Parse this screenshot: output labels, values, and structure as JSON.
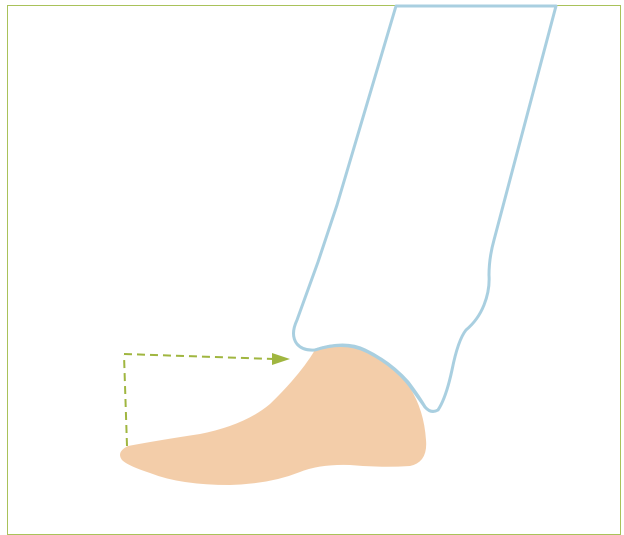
{
  "figure": {
    "subject": "foot-and-trouser-leg",
    "colors": {
      "frame": "#a9c25a",
      "trouser_outline": "#a9cfe0",
      "trouser_fill": "#ffffff",
      "skin": "#f3cda9",
      "ankle_outline": "#a9cfe0",
      "arrow": "#a0b640"
    },
    "arrow": {
      "style": "dashed",
      "direction": "from-toe-up-then-right-to-ankle"
    }
  }
}
